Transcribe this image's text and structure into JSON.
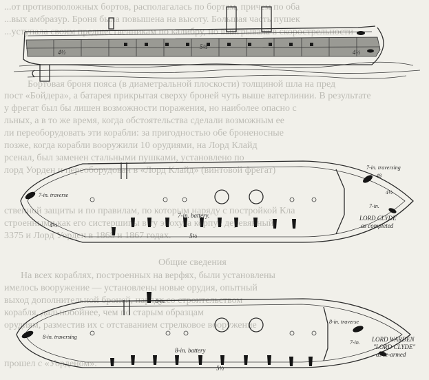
{
  "background_text": {
    "lines": [
      "...от противоположных бортов, располагалась по бортам, причем по оба",
      "...вых амбразур. Броня была повышена на высоту. Большая часть пушек",
      "...уступала своим предшественникам по калибру, но выигрывала в скорострельности",
      "Бортовая броня пояса (в диаметральной плоскости) толщиной шла на пред",
      "пост «Бойдера», а батарея прикрытая сверху броней чуть выше ватерлинии. В результате",
      "у фрегат был бы лишен возможности поражения, но наиболее опасно с",
      "льных, а в то же время, когда обстоятельства сделали возможным ее",
      "ли переоборудовать эти корабли: за пригодностью обе броненосные",
      "позже, когда корабли вооружили 10 орудиями, на Лорд Клайд",
      "рсенал, был заменен стальными пушками, установлено по",
      "лорд Уорден и переоборудован в «Лорд Клайд» (винтовой фрегат)",
      "ственной защиты и по правилам, по которым наряду с постройкой Кла",
      "строенными как его систершипы в ту эпоху, а корпус деревянный",
      "3375 и Лорд Уорден в 1868 и 1867 годах.",
      "Общие сведения",
      "На всех кораблях, построенных на верфях, были установлены",
      "имелось вооружение — установлены новые орудия, опытный",
      "выход дополнительной броней, наряду со строительством",
      "корабля, дальнобойнее, чем по старым образцам",
      "орудиям, разместив их с отставанием стрелковое вооружение",
      "прошел с «Уорденом»."
    ]
  },
  "profile": {
    "dimension_left": "4½",
    "dimension_mid": "5½",
    "dimension_right": "4½"
  },
  "plan_top": {
    "left_gun": "7-in. traverse",
    "right_gun_line1": "7-in. traversing",
    "right_gun_line2": "48",
    "right_small": "4½",
    "bow_gun": "7-in.",
    "battery": "7-in. battery.",
    "dim_left": "4½",
    "dim_mid": "5½",
    "caption_line1": "LORD CLYDE",
    "caption_line2": "as completed"
  },
  "plan_bottom": {
    "top_gun": "8-in.",
    "left_gun": "8-in. traversing",
    "battery": "8-in. battery",
    "right_gun": "8-in. traverse",
    "bow_gun": "7-in.",
    "dim_mid": "5½",
    "caption_line1": "LORD WARDEN",
    "caption_line2": "\"LORD CLYDE\"",
    "caption_line3": "as re-armed"
  }
}
